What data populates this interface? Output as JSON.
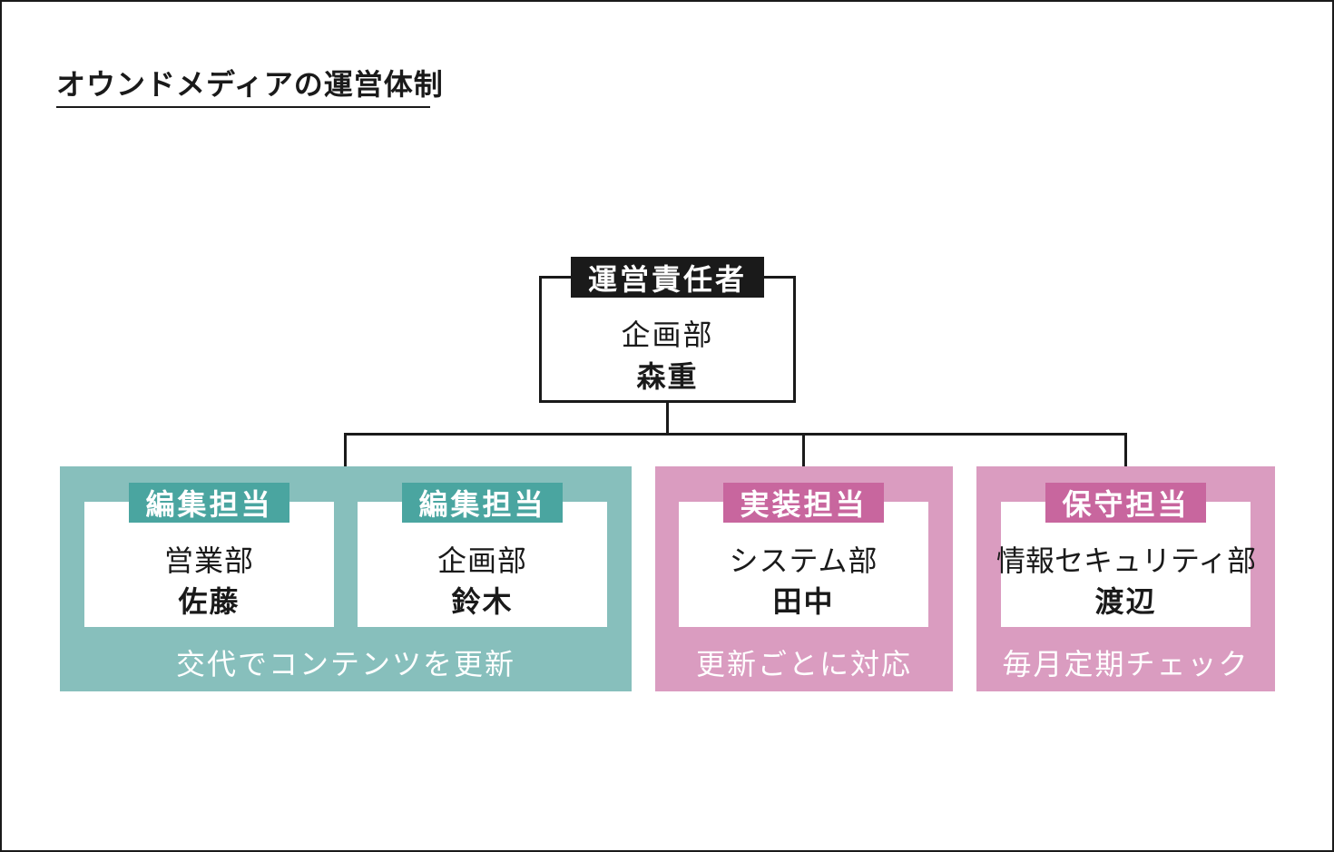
{
  "title": "オウンドメディアの運営体制",
  "top": {
    "role": "運営責任者",
    "department": "企画部",
    "person": "森重"
  },
  "groups": [
    {
      "color": "#87bfbc",
      "tag_color": "#4aa5a0",
      "caption": "交代でコンテンツを更新",
      "members": [
        {
          "role": "編集担当",
          "department": "営業部",
          "person": "佐藤"
        },
        {
          "role": "編集担当",
          "department": "企画部",
          "person": "鈴木"
        }
      ]
    },
    {
      "color": "#da9cc0",
      "tag_color": "#c8669e",
      "caption": "更新ごとに対応",
      "members": [
        {
          "role": "実装担当",
          "department": "システム部",
          "person": "田中"
        }
      ]
    },
    {
      "color": "#da9cc0",
      "tag_color": "#c8669e",
      "caption": "毎月定期チェック",
      "members": [
        {
          "role": "保守担当",
          "department": "情報セキュリティ部",
          "person": "渡辺"
        }
      ]
    }
  ]
}
